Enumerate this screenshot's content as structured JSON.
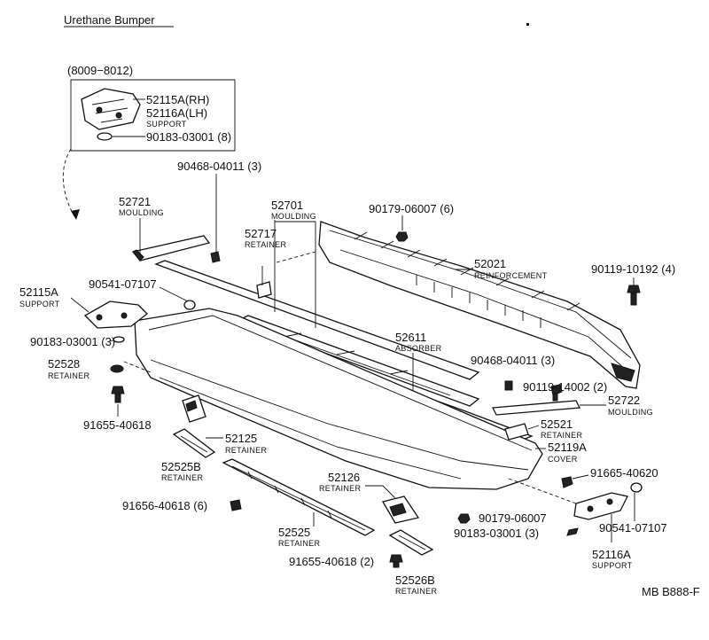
{
  "title": "Urethane Bumper",
  "inset_range": "(8009−8012)",
  "drawing_code": "MB B888-F",
  "labels": {
    "l_52115a_rh": "52115A(RH)",
    "l_52116a_lh": "52116A(LH)",
    "l_support_inset": "SUPPORT",
    "l_90183_8": "90183-03001 (8)",
    "l_90468_3_top": "90468-04011 (3)",
    "l_52721": "52721",
    "l_moulding_52721": "MOULDING",
    "l_52701": "52701",
    "l_moulding_52701": "MOULDING",
    "l_52717": "52717",
    "l_retainer_52717": "RETAINER",
    "l_90179_6": "90179-06007 (6)",
    "l_52021": "52021",
    "l_reinforcement": "REINFORCEMENT",
    "l_90119_4": "90119-10192 (4)",
    "l_52115a": "52115A",
    "l_support_left": "SUPPORT",
    "l_90541_left": "90541-07107",
    "l_90183_3_left": "90183-03001 (3)",
    "l_52528": "52528",
    "l_retainer_52528": "RETAINER",
    "l_52611": "52611",
    "l_absorber": "ABSORBER",
    "l_90468_3_right": "90468-04011 (3)",
    "l_90119_2": "90119-14002 (2)",
    "l_52722": "52722",
    "l_moulding_52722": "MOULDING",
    "l_91655_40618": "91655-40618",
    "l_52125": "52125",
    "l_retainer_52125": "RETAINER",
    "l_52521": "52521",
    "l_retainer_52521": "RETAINER",
    "l_52119a": "52119A",
    "l_cover": "COVER",
    "l_52525b": "52525B",
    "l_retainer_52525b": "RETAINER",
    "l_52126": "52126",
    "l_retainer_52126": "RETAINER",
    "l_91665_40620": "91665-40620",
    "l_91656_6": "91656-40618 (6)",
    "l_90179_06007": "90179-06007",
    "l_90183_3_bottom": "90183-03001 (3)",
    "l_90541_right": "90541-07107",
    "l_52525": "52525",
    "l_retainer_52525": "RETAINER",
    "l_52116a": "52116A",
    "l_support_right": "SUPPORT",
    "l_91655_2": "91655-40618 (2)",
    "l_52526b": "52526B",
    "l_retainer_52526b": "RETAINER"
  }
}
